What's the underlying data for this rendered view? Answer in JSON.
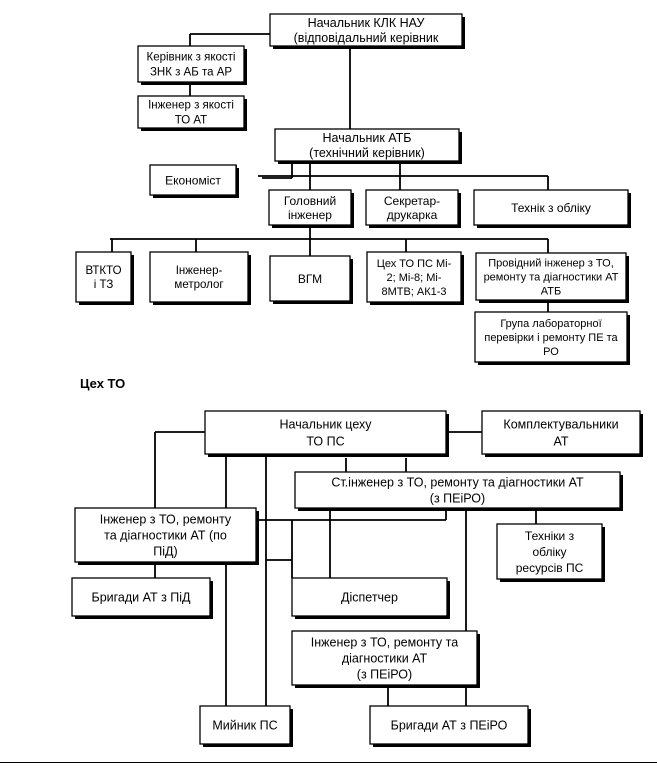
{
  "section2_title": "Цех ТО",
  "org": {
    "head": [
      "Начальник КЛК НАУ",
      "(відповідальний керівник"
    ],
    "quality_mgr": [
      "Керівник з якості",
      "ЗНК з АБ та АР"
    ],
    "quality_eng": [
      "Інженер з якості",
      "ТО АТ"
    ],
    "atb_head": [
      "Начальник АТБ",
      "(технічний керівник)"
    ],
    "economist": [
      "Економіст"
    ],
    "chief_eng": [
      "Головний",
      "інженер"
    ],
    "secretary": [
      "Секретар-",
      "друкарка"
    ],
    "tech_account": [
      "Технік з обліку"
    ],
    "vtkto": [
      "ВТКТО",
      "і ТЗ"
    ],
    "metrolog": [
      "Інженер-",
      "метролог"
    ],
    "vgm": [
      "ВГМ"
    ],
    "shop_to": [
      "Цех ТО ПС Мі-",
      "2; Мі-8; Мі-",
      "8МТВ; АК1-3"
    ],
    "lead_eng": [
      "Провідний інженер з ТО,",
      "ремонту та діагностики АТ",
      "АТБ"
    ],
    "lab_group": [
      "Група лабораторної",
      "перевірки і ремонту ПЕ та",
      "РО"
    ]
  },
  "shop": {
    "head": [
      "Начальник цеху",
      "ТО ПС"
    ],
    "assemblers": [
      "Комплектувальники",
      "АТ"
    ],
    "senior_eng": [
      "Ст.інженер з ТО, ремонту та діагностики АТ",
      "(з ПЕіРО)"
    ],
    "eng_pid": [
      "Інженер з ТО, ремонту",
      "та діагностики АТ (по",
      "ПіД)"
    ],
    "technicians": [
      "Техніки з",
      "обліку",
      "ресурсів ПС"
    ],
    "brigades_pid": [
      "Бригади АТ з ПіД"
    ],
    "dispatcher": [
      "Діспетчер"
    ],
    "eng_peiro": [
      "Інженер з ТО, ремонту та",
      "діагностики АТ",
      "(з ПЕіРО)"
    ],
    "washer": [
      "Мийник ПС"
    ],
    "brigades_peiro": [
      "Бригади АТ з ПЕіРО"
    ]
  }
}
